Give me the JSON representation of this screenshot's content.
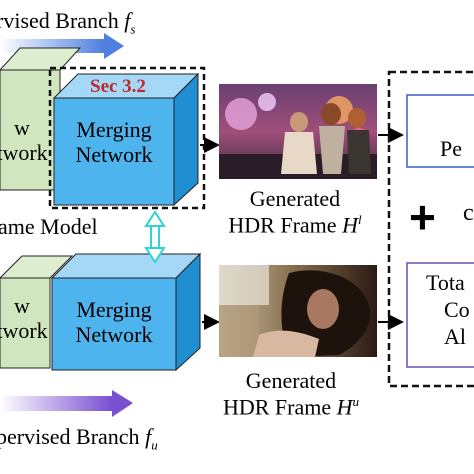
{
  "top_branch": {
    "label": "rvised Branch",
    "func": "f",
    "sub": "s"
  },
  "bottom_branch": {
    "label": "pervised Branch",
    "func": "f",
    "sub": "u"
  },
  "upper_model": {
    "flow_box_text_1": "w",
    "flow_box_text_2": "twork",
    "section_tag": "Sec 3.2",
    "merging_line1": "Merging",
    "merging_line2": "Network"
  },
  "lower_model": {
    "flow_box_text_1": "w",
    "flow_box_text_2": "twork",
    "merging_line1": "Merging",
    "merging_line2": "Network"
  },
  "frame_model_label": "ame Model",
  "generated_upper": {
    "line1": "Generated",
    "line2": "HDR Frame ",
    "sym": "H",
    "sup": "l"
  },
  "generated_lower": {
    "line1": "Generated",
    "line2": "HDR Frame ",
    "sym": "H",
    "sup": "u"
  },
  "loss_panel": {
    "plus": "+",
    "top_box_text": "Pe",
    "partial_symbol": "c",
    "bottom_box_line1": "Tota",
    "bottom_box_line2": "Co",
    "bottom_box_line3": "Al"
  },
  "colors": {
    "accent_red": "#c0282d",
    "merging_front": "#4db4ee",
    "merging_top": "#a4d8f6",
    "merging_side": "#1f8fd2",
    "flow_front": "#cfe6bf",
    "flow_top": "#ddeed0",
    "arrow_purple": "#7a4fd0",
    "arrow_blue": "#4f7fe0",
    "connector_cyan": "#2fd4d4"
  }
}
